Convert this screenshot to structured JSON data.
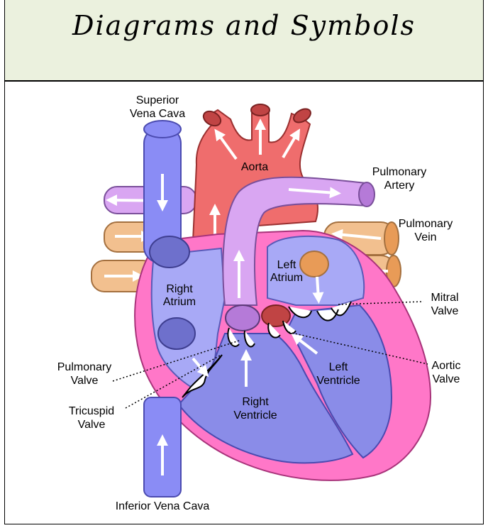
{
  "header": {
    "title": "Diagrams and Symbols"
  },
  "diagram": {
    "labels": {
      "superior_vena_cava_1": "Superior",
      "superior_vena_cava_2": "Vena Cava",
      "aorta": "Aorta",
      "pulmonary_artery_1": "Pulmonary",
      "pulmonary_artery_2": "Artery",
      "pulmonary_vein_1": "Pulmonary",
      "pulmonary_vein_2": "Vein",
      "left_atrium_1": "Left",
      "left_atrium_2": "Atrium",
      "right_atrium_1": "Right",
      "right_atrium_2": "Atrium",
      "mitral_valve_1": "Mitral",
      "mitral_valve_2": "Valve",
      "pulmonary_valve_1": "Pulmonary",
      "pulmonary_valve_2": "Valve",
      "left_ventricle_1": "Left",
      "left_ventricle_2": "Ventricle",
      "aortic_valve_1": "Aortic",
      "aortic_valve_2": "Valve",
      "right_ventricle_1": "Right",
      "right_ventricle_2": "Ventricle",
      "tricuspid_valve_1": "Tricuspid",
      "tricuspid_valve_2": "Valve",
      "inferior_vena_cava": "Inferior Vena Cava"
    },
    "colors": {
      "header_bg": "#ebf1de",
      "vena_cava": "#8a8cf5",
      "aorta": "#ef6d6d",
      "pulmonary_artery": "#d9a6f2",
      "pulmonary_vein": "#f2c08f",
      "outer_wall": "#ff77c8",
      "right_chamber": "#a8a9f6",
      "left_chamber": "#8a8ce8"
    }
  }
}
